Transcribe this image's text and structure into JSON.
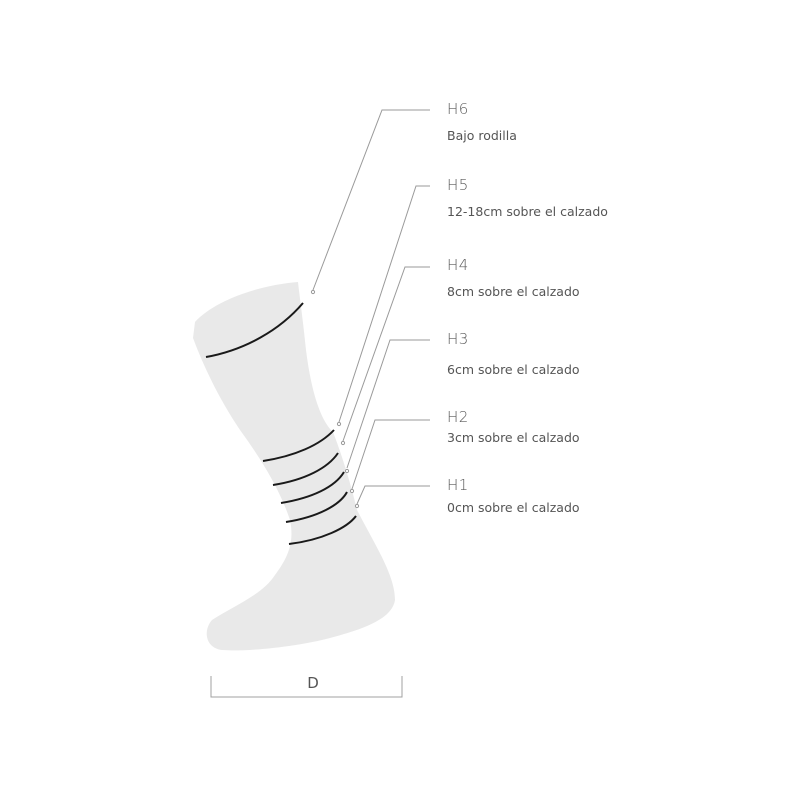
{
  "diagram": {
    "subject": "sock-height-chart",
    "colors": {
      "sock_fill": "#e9e9e9",
      "band_stroke": "#1a1a1a",
      "leader_stroke": "#9a9a9a",
      "text": "#555555"
    },
    "labels": [
      {
        "code": "H6",
        "desc": "Bajo rodilla"
      },
      {
        "code": "H5",
        "desc": "12-18cm sobre el calzado"
      },
      {
        "code": "H4",
        "desc": "8cm sobre el calzado"
      },
      {
        "code": "H3",
        "desc": "6cm sobre el calzado"
      },
      {
        "code": "H2",
        "desc": "3cm sobre el calzado"
      },
      {
        "code": "H1",
        "desc": "0cm sobre el calzado"
      }
    ],
    "dimension": {
      "label": "D"
    }
  }
}
